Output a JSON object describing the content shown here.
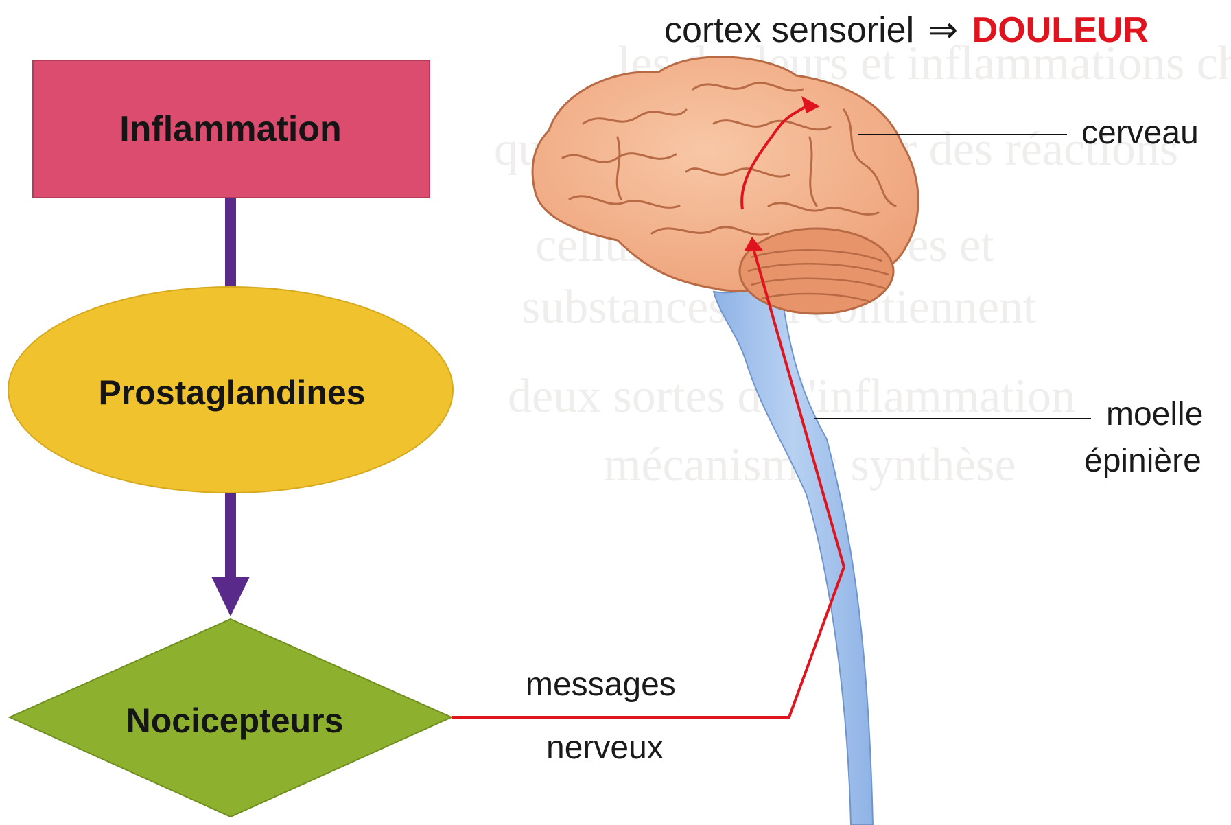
{
  "nodes": {
    "inflammation": "Inflammation",
    "prostaglandines": "Prostaglandines",
    "nocicepteurs": "Nocicepteurs"
  },
  "labels": {
    "cortex": "cortex sensoriel",
    "arrow": "⇒",
    "douleur": "DOULEUR",
    "cerveau": "cerveau",
    "moelle_1": "moelle",
    "moelle_2": "épinière",
    "messages": "messages",
    "nerveux": "nerveux"
  },
  "colors": {
    "inflammation_box": "#db4c6f",
    "prostaglandines_ellipse": "#f0c22e",
    "nocicepteurs_diamond": "#8db02e",
    "flow_arrow": "#5a2a8a",
    "nerve_path": "#e0141e",
    "douleur_text": "#e0141e",
    "brain": "#f1ab82",
    "spinal_cord": "#a6c4ec"
  }
}
